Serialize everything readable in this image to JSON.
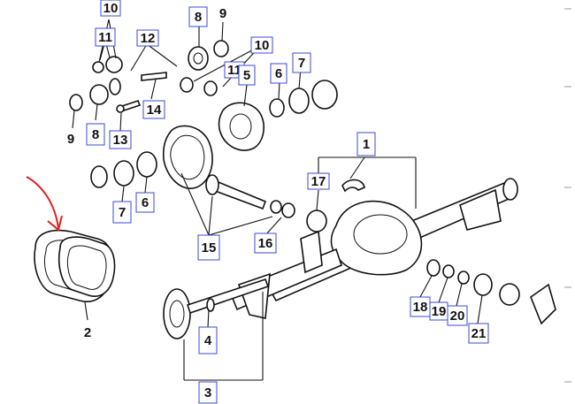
{
  "annotation_color": "#e0201a",
  "box_color": "#3a4bd6",
  "callouts": [
    {
      "id": "c10a",
      "text": "10"
    },
    {
      "id": "c8a",
      "text": "8"
    },
    {
      "id": "c9a",
      "text": "9"
    },
    {
      "id": "c11a",
      "text": "11"
    },
    {
      "id": "c12",
      "text": "12"
    },
    {
      "id": "c10b",
      "text": "10"
    },
    {
      "id": "c11b",
      "text": "11"
    },
    {
      "id": "c5",
      "text": "5"
    },
    {
      "id": "c6a",
      "text": "6"
    },
    {
      "id": "c7a",
      "text": "7"
    },
    {
      "id": "c14",
      "text": "14"
    },
    {
      "id": "c9b",
      "text": "9"
    },
    {
      "id": "c8b",
      "text": "8"
    },
    {
      "id": "c13",
      "text": "13"
    },
    {
      "id": "c1",
      "text": "1"
    },
    {
      "id": "c17",
      "text": "17"
    },
    {
      "id": "c7b",
      "text": "7"
    },
    {
      "id": "c6b",
      "text": "6"
    },
    {
      "id": "c15",
      "text": "15"
    },
    {
      "id": "c16",
      "text": "16"
    },
    {
      "id": "c2",
      "text": "2"
    },
    {
      "id": "c4",
      "text": "4"
    },
    {
      "id": "c3",
      "text": "3"
    },
    {
      "id": "c18",
      "text": "18"
    },
    {
      "id": "c19",
      "text": "19"
    },
    {
      "id": "c20",
      "text": "20"
    },
    {
      "id": "c21",
      "text": "21"
    }
  ]
}
